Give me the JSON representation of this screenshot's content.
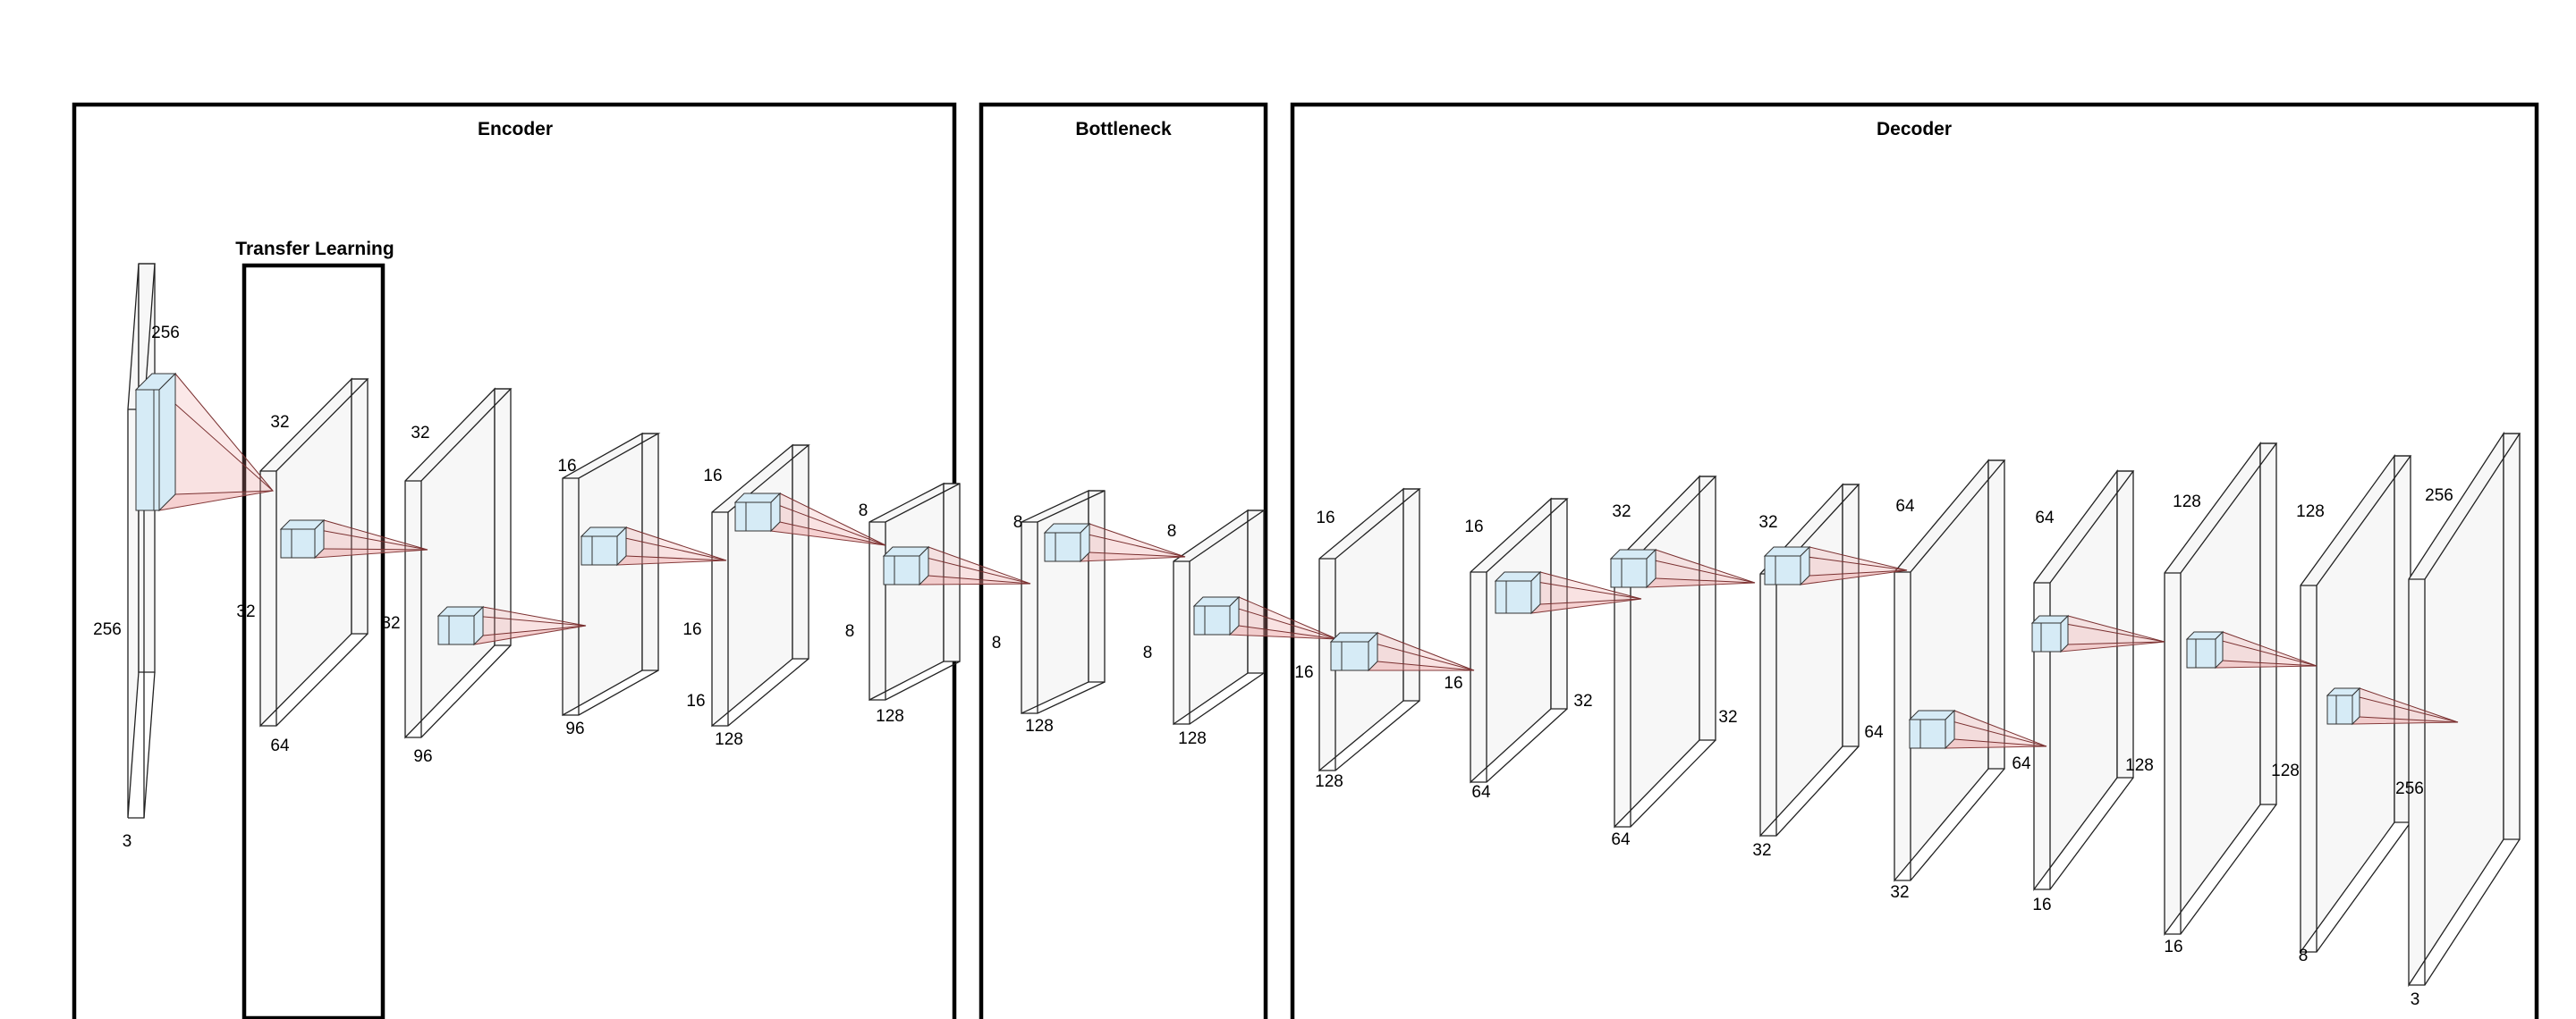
{
  "sections": {
    "encoder": "Encoder",
    "bottleneck": "Bottleneck",
    "decoder": "Decoder",
    "transfer": "Transfer Learning"
  },
  "layers": [
    {
      "h": "256",
      "w": "256",
      "c": "3"
    },
    {
      "h": "32",
      "w": "32",
      "c": "64"
    },
    {
      "h": "32",
      "w": "32",
      "c": "96"
    },
    {
      "h": "16",
      "w": "16",
      "c": "96"
    },
    {
      "h": "16",
      "w": "16",
      "c": "128"
    },
    {
      "h": "8",
      "w": "8",
      "c": "128"
    },
    {
      "h": "8",
      "w": "8",
      "c": "128"
    },
    {
      "h": "8",
      "w": "8",
      "c": "128"
    },
    {
      "h": "16",
      "w": "16",
      "c": "128"
    },
    {
      "h": "16",
      "w": "16",
      "c": "64"
    },
    {
      "h": "32",
      "w": "32",
      "c": "64"
    },
    {
      "h": "32",
      "w": "32",
      "c": "32"
    },
    {
      "h": "64",
      "w": "64",
      "c": "32"
    },
    {
      "h": "64",
      "w": "64",
      "c": "16"
    },
    {
      "h": "128",
      "w": "128",
      "c": "16"
    },
    {
      "h": "128",
      "w": "128",
      "c": "8"
    },
    {
      "h": "256",
      "w": "256",
      "c": "3"
    }
  ]
}
